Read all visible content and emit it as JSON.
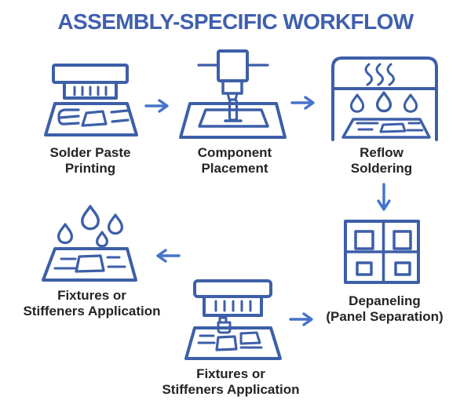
{
  "title": "ASSEMBLY-SPECIFIC WORKFLOW",
  "colors": {
    "title": "#4060ae",
    "icon_stroke": "#3d5fa8",
    "arrow": "#4573cb",
    "label": "#242424",
    "background": "#ffffff"
  },
  "steps": [
    {
      "id": "solder-paste-printing",
      "line1": "Solder Paste",
      "line2": "Printing"
    },
    {
      "id": "component-placement",
      "line1": "Component",
      "line2": "Placement"
    },
    {
      "id": "reflow-soldering",
      "line1": "Reflow",
      "line2": "Soldering"
    },
    {
      "id": "depaneling",
      "line1": "Depaneling",
      "line2": "(Panel Separation)"
    },
    {
      "id": "fixtures-stiffeners-application-left",
      "line1": "Fixtures or",
      "line2": "Stiffeners Application"
    },
    {
      "id": "fixtures-stiffeners-application-bottom",
      "line1": "Fixtures or",
      "line2": "Stiffeners Application"
    }
  ],
  "arrows": [
    {
      "id": "arrow-1",
      "direction": "right"
    },
    {
      "id": "arrow-2",
      "direction": "right"
    },
    {
      "id": "arrow-3",
      "direction": "down"
    },
    {
      "id": "arrow-4",
      "direction": "left"
    },
    {
      "id": "arrow-5",
      "direction": "right"
    }
  ]
}
